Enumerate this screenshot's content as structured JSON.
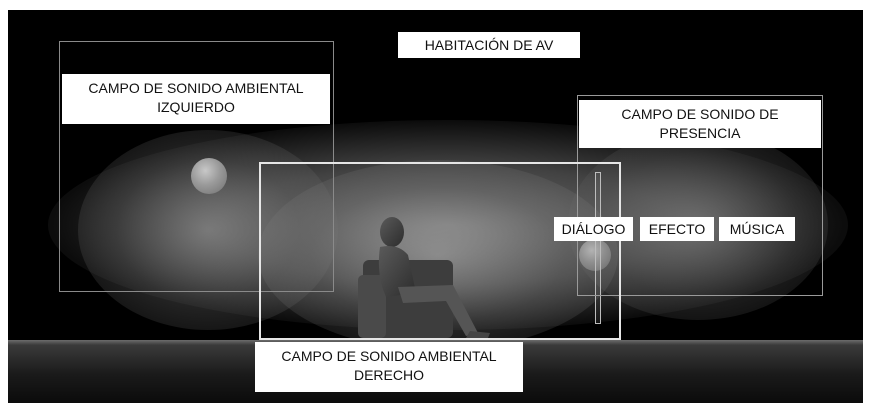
{
  "room": {
    "title": "HABITACIÓN DE AV"
  },
  "fields": {
    "left_surround": {
      "line1": "CAMPO DE SONIDO AMBIENTAL",
      "line2": "IZQUIERDO"
    },
    "presence": {
      "line1": "CAMPO DE SONIDO DE",
      "line2": "PRESENCIA"
    },
    "right_surround": {
      "line1": "CAMPO DE SONIDO AMBIENTAL",
      "line2": "DERECHO"
    }
  },
  "channels": [
    {
      "label": "DIÁLOGO"
    },
    {
      "label": "EFECTO"
    },
    {
      "label": "MÚSICA"
    }
  ],
  "colors": {
    "background": "#000000",
    "label_background": "#ffffff",
    "label_text": "#111111",
    "frame_dim": "#8a8a8a",
    "frame_bright": "#e6e6e6"
  }
}
